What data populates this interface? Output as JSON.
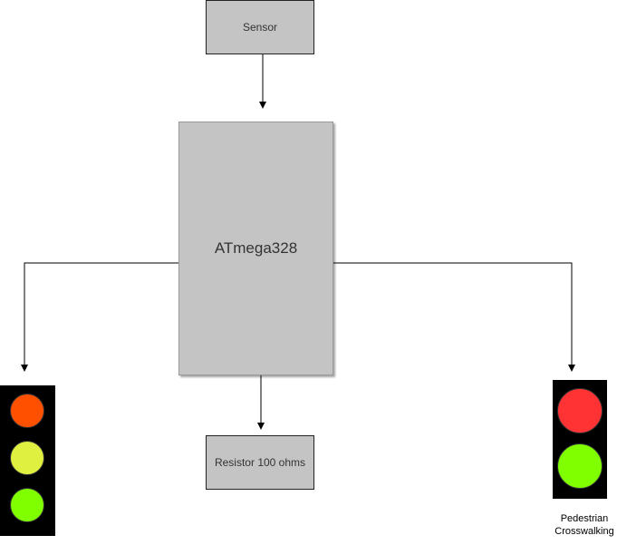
{
  "blocks": {
    "sensor": "Sensor",
    "microcontroller": "ATmega328",
    "resistor": "Resistor 100 ohms"
  },
  "pedestrian_label": "Pedestrian Crosswalking",
  "colors": {
    "block_fill": "#c4c4c4",
    "signal_body": "#000000",
    "vehicle_red": "#ff5000",
    "vehicle_yellow": "#e0f040",
    "vehicle_green": "#80ff00",
    "ped_red": "#ff3333",
    "ped_green": "#80ff00"
  },
  "connections": [
    {
      "from": "Sensor",
      "to": "ATmega328"
    },
    {
      "from": "ATmega328",
      "to": "Resistor 100 ohms"
    },
    {
      "from": "ATmega328",
      "to": "vehicle-signal"
    },
    {
      "from": "ATmega328",
      "to": "pedestrian-signal"
    }
  ]
}
